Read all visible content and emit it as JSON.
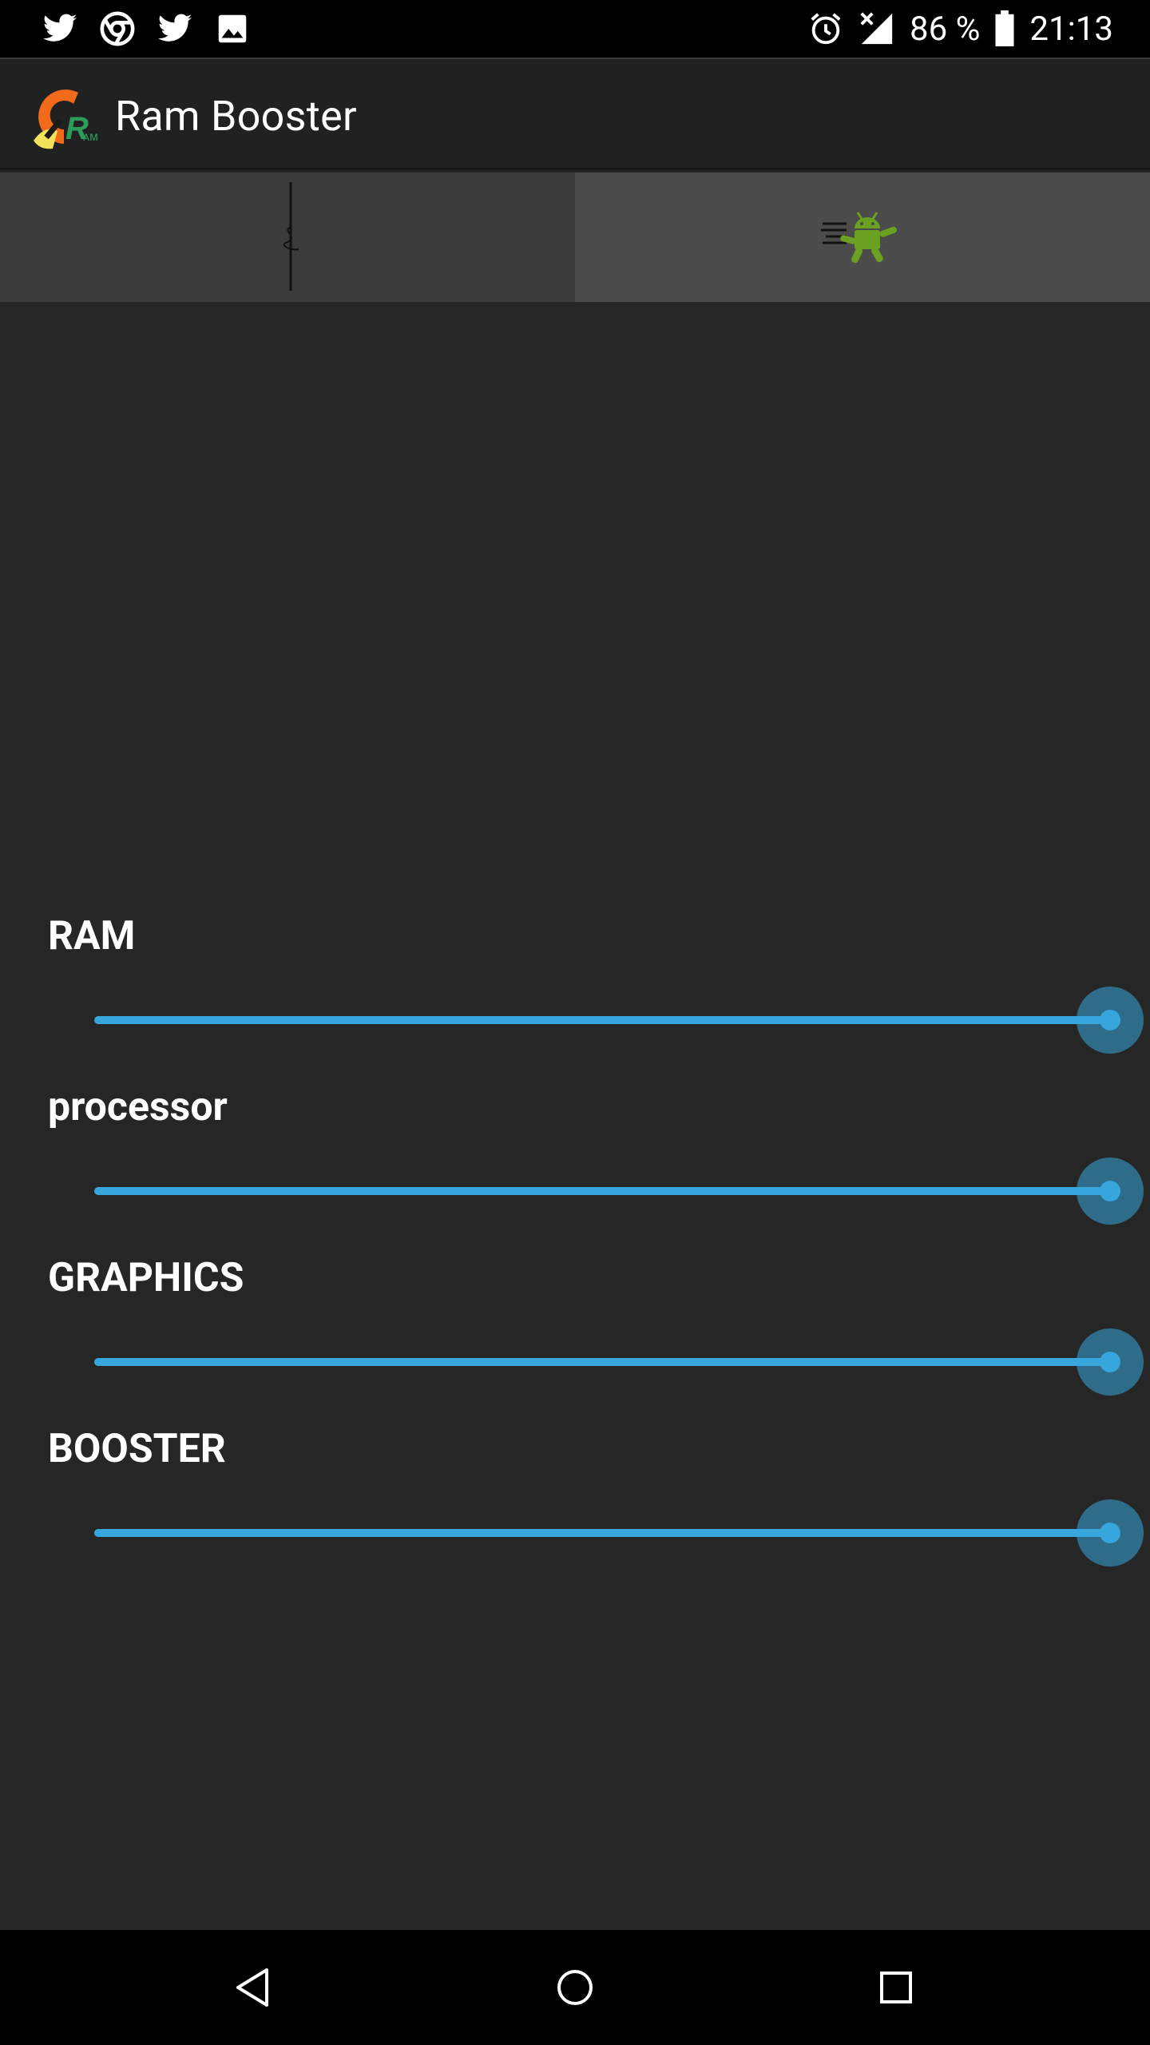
{
  "status_bar": {
    "notification_icons": [
      "twitter-icon",
      "chrome-icon",
      "twitter-icon",
      "image-icon"
    ],
    "alarm_icon": "alarm-clock-icon",
    "signal_icon": "no-signal-icon",
    "battery_percent": "86 %",
    "battery_level": 0.86,
    "time": "21:13"
  },
  "app_bar": {
    "title": "Ram Booster",
    "logo_icon": "ram-booster-logo"
  },
  "tabs": [
    {
      "name": "monitor",
      "icon": "monitor-graph-icon",
      "selected": false
    },
    {
      "name": "boost",
      "icon": "running-android-icon",
      "selected": true
    }
  ],
  "sliders": [
    {
      "label": "RAM",
      "value": 100
    },
    {
      "label": "processor",
      "value": 100
    },
    {
      "label": "GRAPHICS",
      "value": 100
    },
    {
      "label": "BOOSTER",
      "value": 100
    }
  ],
  "nav_bar": {
    "buttons": [
      "back-icon",
      "home-icon",
      "recents-icon"
    ]
  },
  "colors": {
    "accent": "#36a6dc",
    "background": "#262626",
    "app_bar": "#212121",
    "android_green": "#6aa121",
    "logo_orange": "#f26b1d"
  }
}
